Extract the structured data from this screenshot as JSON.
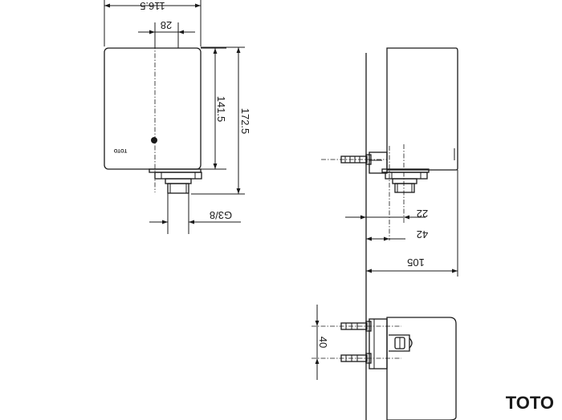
{
  "brand": "TOTO",
  "device_label": "TOTO",
  "dimensions": {
    "overall_width": "116.5",
    "outlet_offset": "28",
    "body_height": "141.5",
    "overall_height": "172.5",
    "thread": "G3/8",
    "wall_to_outlet": "22",
    "wall_to_body": "42",
    "total_depth": "105",
    "bracket_spacing": "40"
  }
}
